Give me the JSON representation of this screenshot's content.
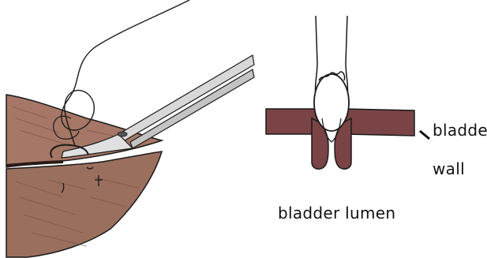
{
  "figure": {
    "labels": {
      "bladder_wall_line1": "bladder",
      "bladder_wall_line2": "wall",
      "bladder_lumen": "bladder lumen"
    },
    "colors": {
      "tissue": "#9b6f5e",
      "tissue_light": "#b8897a",
      "bladder_wall": "#7a4446",
      "outline": "#1a1a1a",
      "instrument": "#cfcfcf",
      "background": "#ffffff"
    },
    "icons": [
      "needle-holder-icon",
      "suture-thread-icon",
      "curved-needle-icon"
    ]
  }
}
